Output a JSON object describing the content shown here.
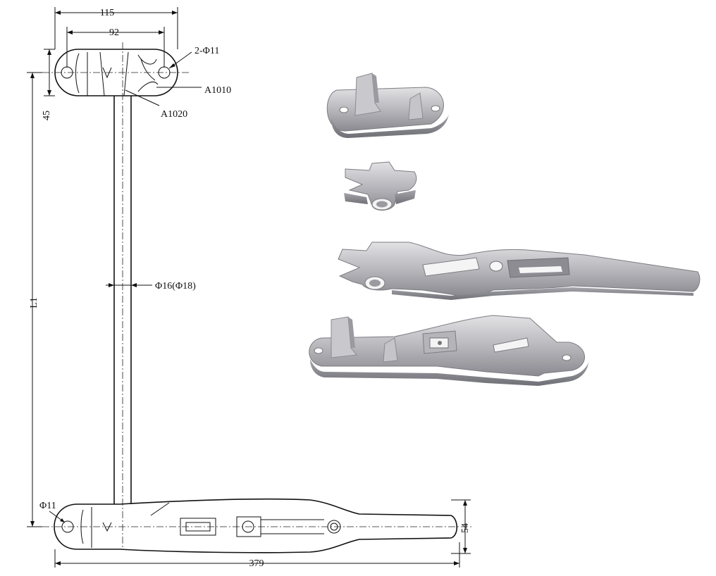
{
  "drawing": {
    "dimensions": {
      "width_top_outer": "115",
      "width_top_holes": "92",
      "top_holes": "2-Φ11",
      "top_height": "45",
      "length": "L1",
      "rod_diameter": "Φ16(Φ18)",
      "bottom_hole": "Φ11",
      "bottom_height": "54",
      "bottom_length": "379"
    },
    "part_codes": {
      "a1010": "A1010",
      "a1020": "A1020"
    }
  },
  "colors": {
    "line": "#111111",
    "metal_light": "#d9d9dc",
    "metal_mid": "#a9a9ae",
    "metal_dark": "#7c7c82"
  }
}
